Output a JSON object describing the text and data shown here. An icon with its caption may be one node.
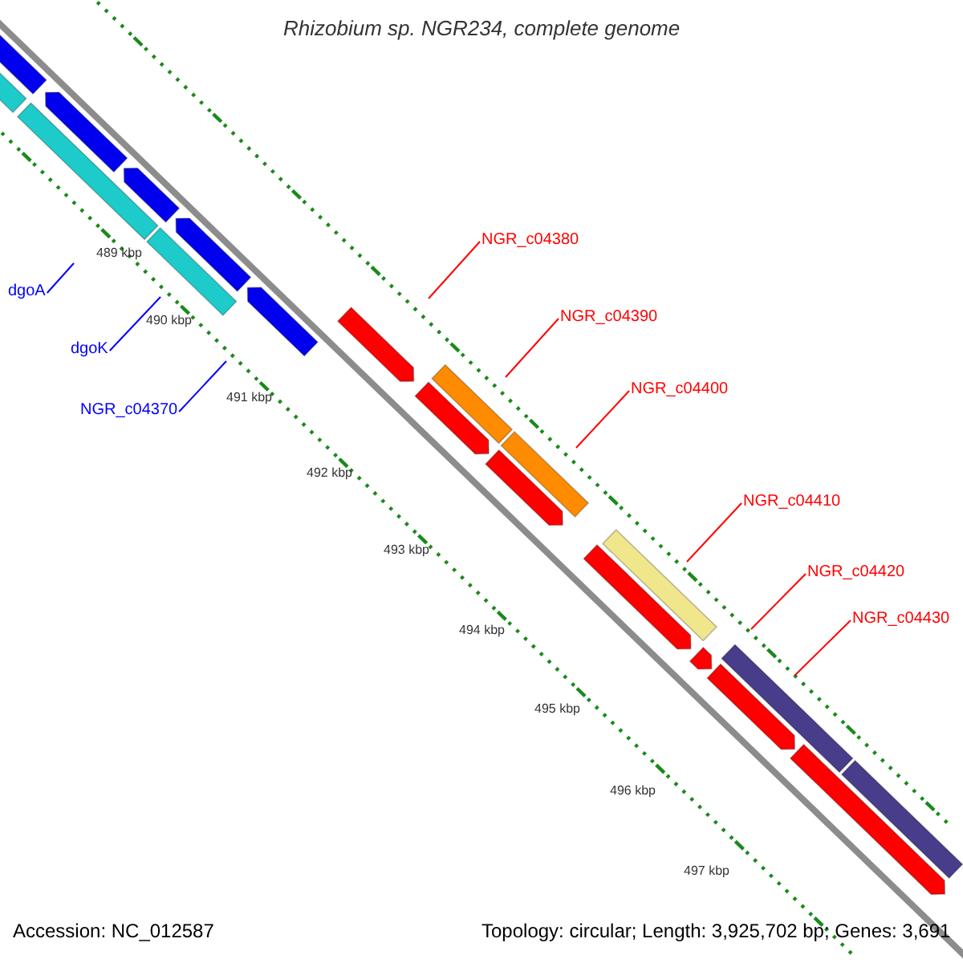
{
  "diagram": {
    "title": "Rhizobium sp. NGR234, complete genome",
    "nodes": [
      {
        "text": [
          "dgoA"
        ]
      },
      {
        "text": [
          "dgoK"
        ]
      },
      {
        "text": [
          "NGR_c04370"
        ]
      },
      {
        "text": [
          "NGR_c04380"
        ]
      },
      {
        "text": [
          "NGR_c04390"
        ]
      },
      {
        "text": [
          "NGR_c04400"
        ]
      },
      {
        "text": [
          "NGR_c04410"
        ]
      },
      {
        "text": [
          "NGR_c04420"
        ]
      },
      {
        "text": [
          "NGR_c04430"
        ]
      }
    ],
    "edges": [
      {
        "from": 0,
        "to": null,
        "arrow": "none",
        "color": "#0000ff"
      },
      {
        "from": 1,
        "to": null,
        "arrow": "none",
        "color": "#0000ff"
      },
      {
        "from": 2,
        "to": null,
        "arrow": "none",
        "color": "#0000ff"
      },
      {
        "from": 3,
        "to": null,
        "arrow": "none"
      },
      {
        "from": 4,
        "to": null,
        "arrow": "none"
      },
      {
        "from": 5,
        "to": null,
        "arrow": "none"
      },
      {
        "from": 6,
        "to": null,
        "arrow": "none"
      },
      {
        "from": 7,
        "to": null,
        "arrow": "none"
      },
      {
        "from": 8,
        "to": null,
        "arrow": "none"
      }
    ],
    "labels": [
      "489 kbp",
      "490 kbp",
      "491 kbp",
      "492 kbp",
      "493 kbp",
      "494 kbp",
      "495 kbp",
      "496 kbp",
      "497 kbp",
      "Accession: NC_012587",
      "Topology: circular; Length: 3,925,702 bp; Genes: 3,691"
    ]
  }
}
